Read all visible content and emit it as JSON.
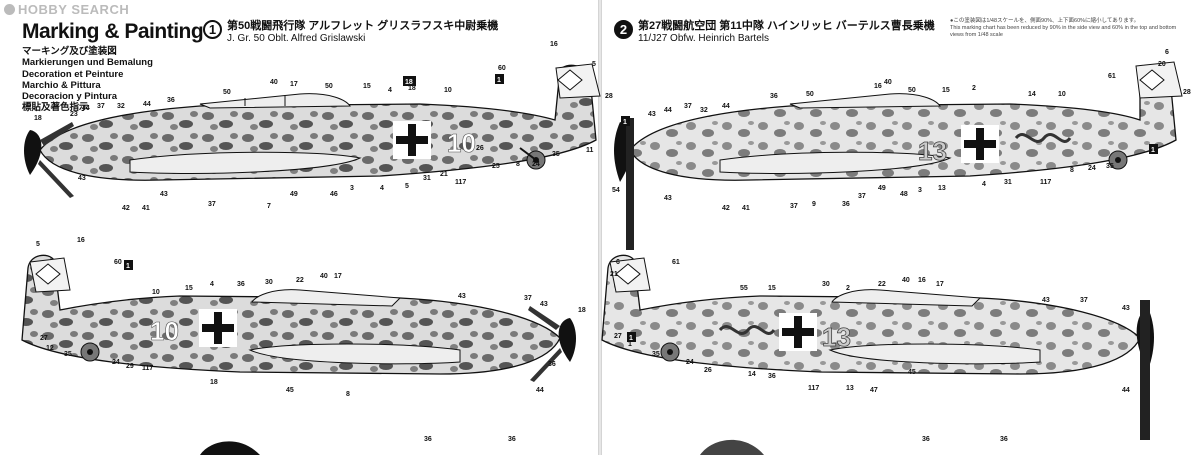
{
  "watermark": "HOBBY SEARCH",
  "header": {
    "title": "Marking & Painting",
    "languages": [
      "マーキング及び塗装図",
      "Markierungen und Bemalung",
      "Decoration et Peinture",
      "Marchio & Pittura",
      "Decoracion y Pintura",
      "標貼及著色指示"
    ]
  },
  "plates": [
    {
      "number": "1",
      "japanese": "第50戦闘飛行隊 アルフレット グリスラフスキ中尉乗機",
      "english": "J. Gr. 50 Oblt. Alfred Grislawski",
      "aircraft_number": "10"
    },
    {
      "number": "2",
      "japanese": "第27戦闘航空団 第11中隊 ハインリッヒ バーテルス曹長乗機",
      "english": "11/J27 Obfw. Heinrich Bartels",
      "aircraft_number": "13"
    }
  ],
  "scale_note": {
    "japanese": "●この塗装図は1/48スケールを、側面90%、上下面60%に縮小してあります。",
    "english": "This marking chart has been reduced by 90% in the side view and 60% in the top and bottom views from 1/48 scale"
  },
  "colors": {
    "ink": "#111111",
    "camo_light": "#d9d9d9",
    "camo_dark": "#6a6a6a"
  }
}
